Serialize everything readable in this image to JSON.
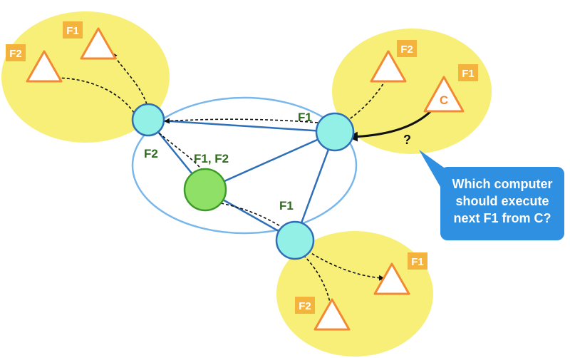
{
  "colors": {
    "cluster_fill": "#f7ef78",
    "core_fill": "#ffffff",
    "core_outline": "#7ab7ea",
    "server_fill": "#92f0e6",
    "server_outline": "#2f6fb7",
    "center_fill": "#8fe067",
    "center_outline": "#3e9a2a",
    "client_outline": "#f28a34",
    "badge_fill": "#f3b33d",
    "green_label": "#2d6b1d",
    "callout_fill": "#2f8fe0"
  },
  "badges": {
    "top_left_f1": "F1",
    "top_left_f2": "F2",
    "top_right_f2": "F2",
    "top_right_f1": "F1",
    "bottom_f1": "F1",
    "bottom_f2": "F2"
  },
  "node_labels": {
    "right_server": "F1",
    "left_server": "F2",
    "center_node": "F1, F2",
    "bottom_server": "F1"
  },
  "client": {
    "label": "C"
  },
  "question_mark": "?",
  "callout": {
    "line1": "Which computer",
    "line2": "should execute",
    "line3": "next F1 from C?"
  }
}
